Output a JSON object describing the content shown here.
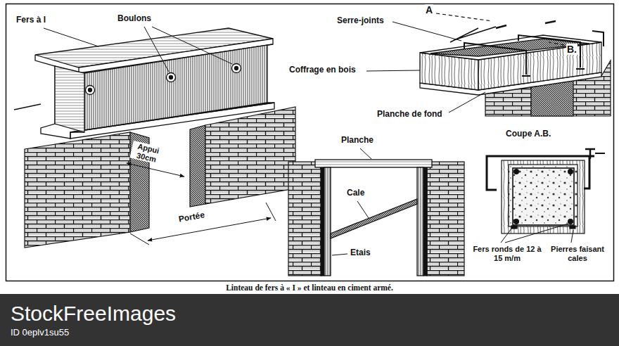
{
  "diagram": {
    "caption": "Linteau de fers à « I » et linteau en ciment armé.",
    "labels": [
      "Fers à I",
      "Boulons",
      "Appui 30cm",
      "Portée",
      "Serre-joints",
      "A",
      "B.",
      "Coffrage en bois",
      "Planche de fond",
      "Coupe A.B.",
      "Planche",
      "Cale",
      "Etais",
      "Fers ronds de 12 à 15 m/m",
      "Pierres faisant cales",
      "StockFreeImages",
      "ID 0eplv1su55"
    ]
  }
}
